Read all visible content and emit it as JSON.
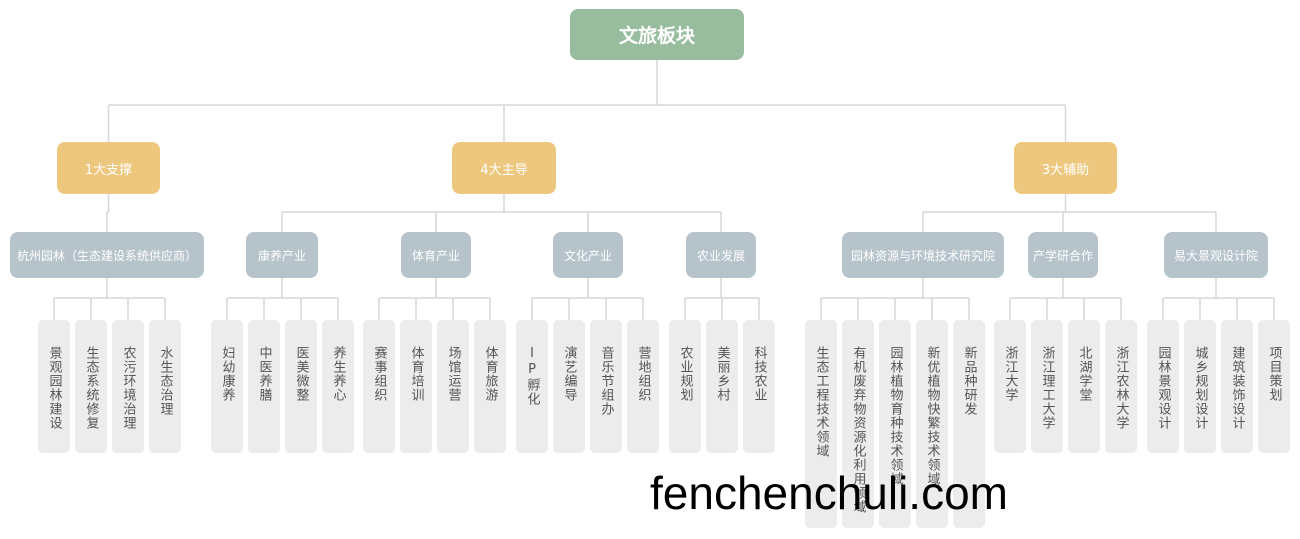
{
  "root": "文旅板块",
  "groups": [
    {
      "label": "1大支撑",
      "children": [
        {
          "label": "杭州园林（生态建设系统供应商）",
          "leaves": [
            "景观园林建设",
            "生态系统修复",
            "农污环境治理",
            "水生态治理"
          ]
        }
      ]
    },
    {
      "label": "4大主导",
      "children": [
        {
          "label": "康养产业",
          "leaves": [
            "妇幼康养",
            "中医养膳",
            "医美微整",
            "养生养心"
          ]
        },
        {
          "label": "体育产业",
          "leaves": [
            "赛事组织",
            "体育培训",
            "场馆运营",
            "体育旅游"
          ]
        },
        {
          "label": "文化产业",
          "leaves": [
            "IP孵化",
            "演艺编导",
            "音乐节组办",
            "营地组织"
          ]
        },
        {
          "label": "农业发展",
          "leaves": [
            "农业规划",
            "美丽乡村",
            "科技农业"
          ]
        }
      ]
    },
    {
      "label": "3大辅助",
      "children": [
        {
          "label": "园林资源与环境技术研究院",
          "leaves": [
            "生态工程技术领域",
            "有机废弃物资源化利用领域",
            "园林植物育种技术领域",
            "新优植物快繁技术领域",
            "新品种研发"
          ]
        },
        {
          "label": "产学研合作",
          "leaves": [
            "浙江大学",
            "浙江理工大学",
            "北湖学堂",
            "浙江农林大学"
          ]
        },
        {
          "label": "易大景观设计院",
          "leaves": [
            "园林景观设计",
            "城乡规划设计",
            "建筑装饰设计",
            "项目策划"
          ]
        }
      ]
    }
  ],
  "watermark": "fenchenchuli.com"
}
